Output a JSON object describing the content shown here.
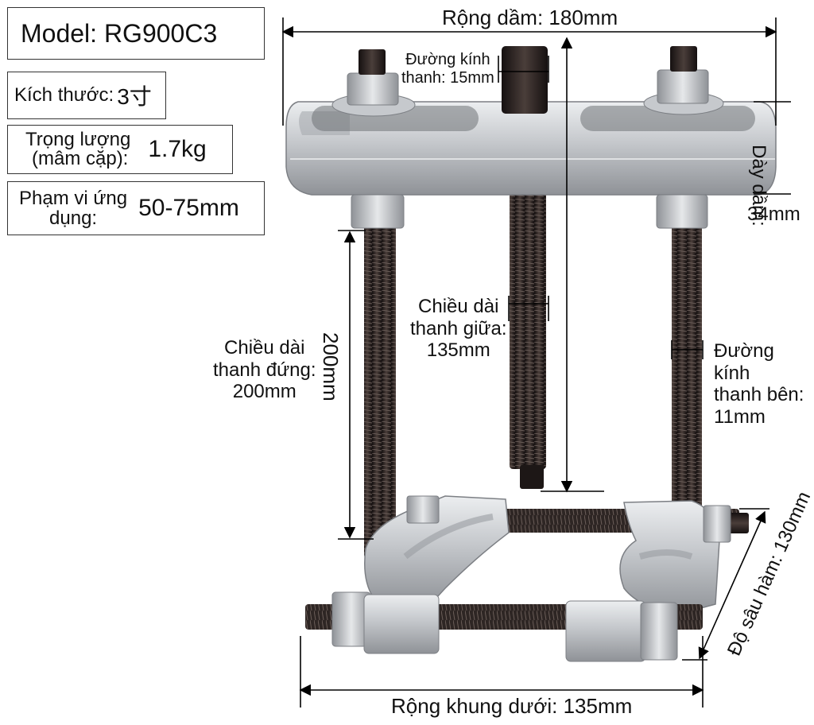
{
  "specs": {
    "model": "Model: RG900C3",
    "size_label": "Kích thước:",
    "size_value": "3寸",
    "weight_label_1": "Trọng lượng",
    "weight_label_2": "(mâm cặp):",
    "weight_value": "1.7kg",
    "range_label_1": "Phạm vi ứng",
    "range_label_2": "dụng:",
    "range_value": "50-75mm"
  },
  "dims": {
    "beam_width": "Rộng dầm: 180mm",
    "rod_diameter_1": "Đường kính",
    "rod_diameter_2": "thanh: 15mm",
    "beam_thickness_1": "Dày dầm:",
    "beam_thickness_2": "34mm",
    "middle_rod_1": "Chiều dài",
    "middle_rod_2": "thanh giữa:",
    "middle_rod_3": "135mm",
    "upright_1": "Chiều dài",
    "upright_2": "thanh đứng:",
    "upright_3": "200mm",
    "upright_vertical": "200mm",
    "side_rod_1": "Đường kính",
    "side_rod_2": "thanh bên:",
    "side_rod_3": "11mm",
    "jaw_depth": "Độ sâu hàm: 130mm",
    "bottom_width": "Rộng khung dưới: 135mm"
  },
  "colors": {
    "steel": "#c9cbce",
    "steel_dark": "#8e9196",
    "rod": "#2a2220",
    "arrow": "#000000"
  }
}
